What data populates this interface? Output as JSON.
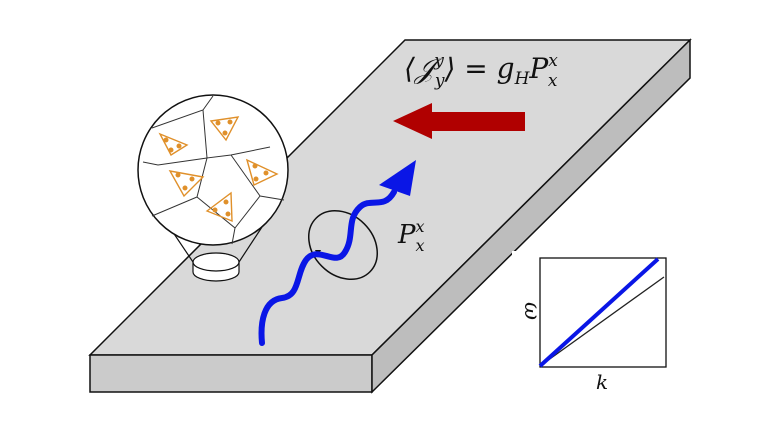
{
  "equation": {
    "lhs": "⟨𝒥",
    "lhs_sup": "y",
    "lhs_sub": "y",
    "rhs": "⟩ = g",
    "rhs_sub1": "H",
    "rhs_P": "P",
    "rhs_sup": "x",
    "rhs_sub2": "x"
  },
  "polarization_label": {
    "base": "P",
    "sup": "x",
    "sub": "x"
  },
  "inset": {
    "ylabel": "ω",
    "xlabel": "k"
  },
  "colors": {
    "slab_top": "#d9d9d9",
    "slab_front": "#c9c9c9",
    "slab_side": "#bdbdbd",
    "arrow_red": "#b00000",
    "wave_blue": "#0a16e6",
    "triangle_orange": "#e0902a"
  }
}
